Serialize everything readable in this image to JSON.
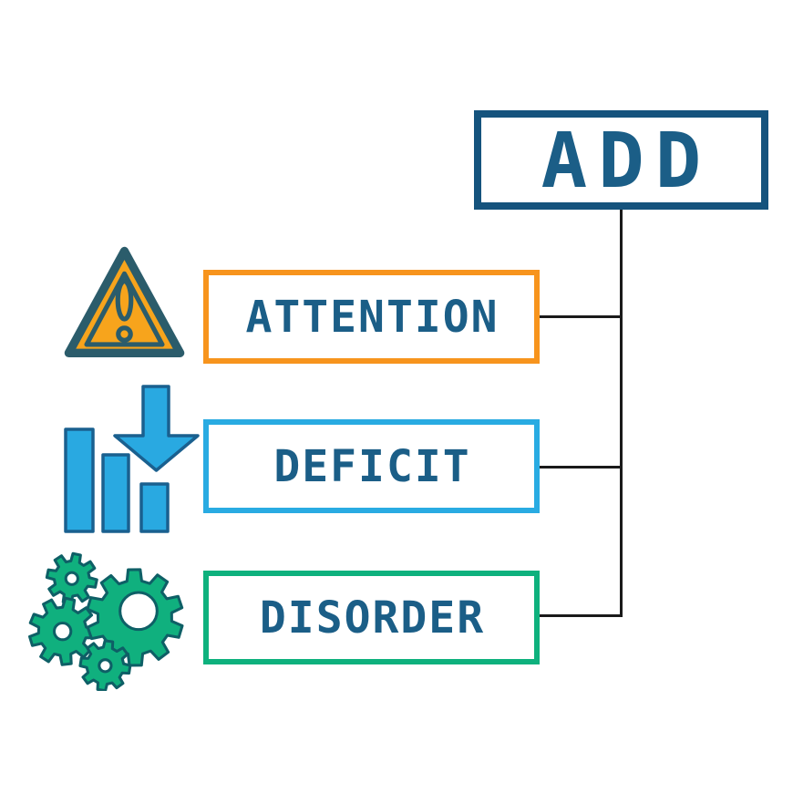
{
  "diagram_title": "ADD acronym diagram",
  "acronym": {
    "label": "ADD",
    "text_color": "#1B5E87",
    "border_color": "#15537D"
  },
  "rows": [
    {
      "label": "ATTENTION",
      "border_color": "#F7941D",
      "icon": "warning-triangle-icon",
      "icon_fill": "#F7A41C",
      "icon_stroke": "#2B5C6B"
    },
    {
      "label": "DEFICIT",
      "border_color": "#29ABE2",
      "icon": "declining-bars-icon",
      "icon_fill": "#29A9E1",
      "icon_stroke": "#1A608F"
    },
    {
      "label": "DISORDER",
      "border_color": "#0EB17D",
      "icon": "gears-icon",
      "icon_fill": "#10B07E",
      "icon_stroke": "#0E5F66"
    }
  ],
  "text_color": "#1B5E87",
  "connector_color": "#1A1A1A",
  "background_color": "#FFFFFF"
}
